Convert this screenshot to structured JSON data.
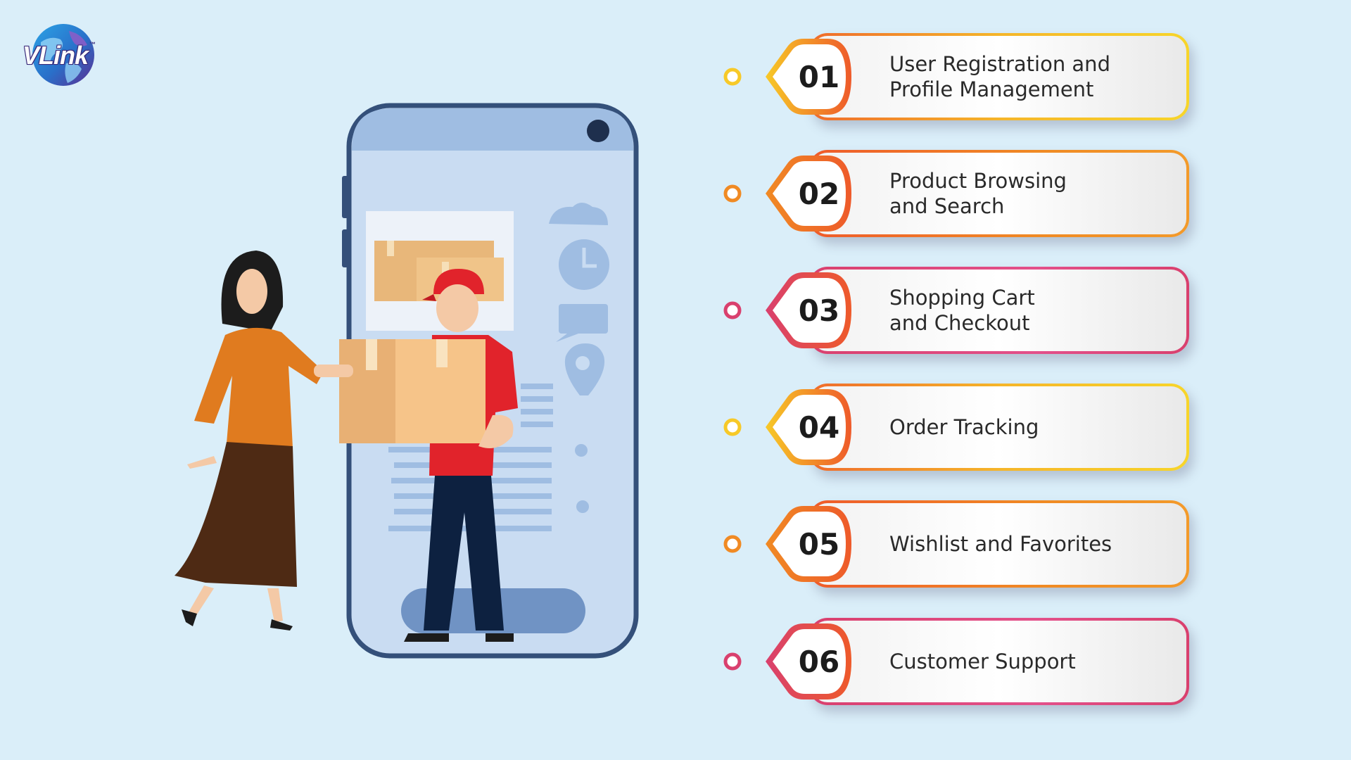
{
  "brand": {
    "logo_text": "VLink",
    "trademark": "™"
  },
  "colors": {
    "background": "#daeef9",
    "yellow": "#f7c928",
    "orange": "#f08a24",
    "pink": "#d9406e"
  },
  "steps": [
    {
      "number": "01",
      "lines": [
        "User Registration and",
        "Profile Management"
      ],
      "accent": "yellow"
    },
    {
      "number": "02",
      "lines": [
        "Product Browsing",
        "and Search"
      ],
      "accent": "orange"
    },
    {
      "number": "03",
      "lines": [
        "Shopping Cart",
        "and Checkout"
      ],
      "accent": "pink"
    },
    {
      "number": "04",
      "lines": [
        "Order Tracking"
      ],
      "accent": "yellow"
    },
    {
      "number": "05",
      "lines": [
        "Wishlist and Favorites"
      ],
      "accent": "orange"
    },
    {
      "number": "06",
      "lines": [
        "Customer Support"
      ],
      "accent": "pink"
    }
  ]
}
